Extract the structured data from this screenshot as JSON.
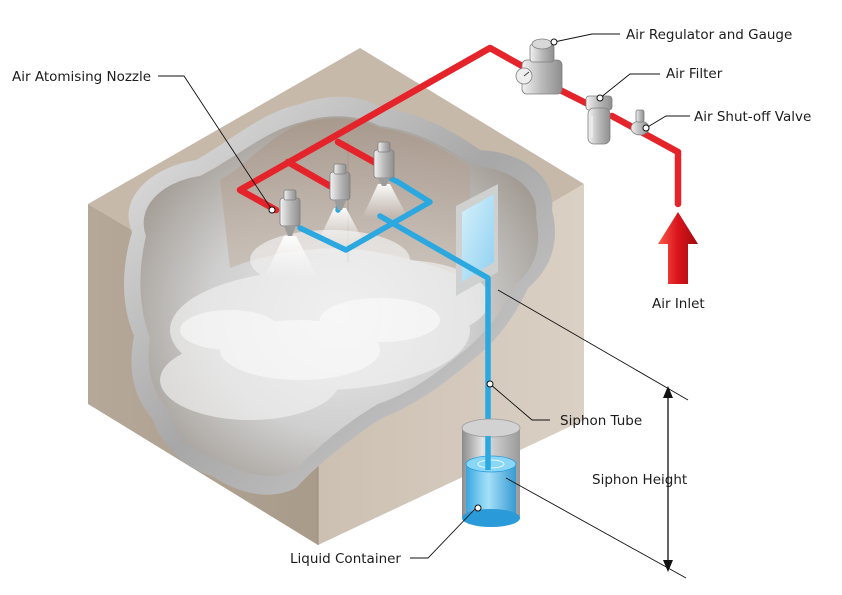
{
  "labels": {
    "air_regulator": "Air Regulator and Gauge",
    "air_filter": "Air Filter",
    "air_shutoff_valve": "Air Shut-off Valve",
    "air_atomising_nozzle": "Air Atomising Nozzle",
    "air_inlet": "Air Inlet",
    "siphon_tube": "Siphon Tube",
    "siphon_height": "Siphon Height",
    "liquid_container": "Liquid Container"
  },
  "colors": {
    "air_line": "#e4232a",
    "liquid_line": "#2ba8df",
    "room_wall": "#b7aa9a",
    "liquid": "#4fc3f2"
  },
  "icons": [
    "air-inlet-arrow-icon",
    "nozzle-icon",
    "regulator-icon",
    "filter-icon",
    "valve-icon"
  ]
}
